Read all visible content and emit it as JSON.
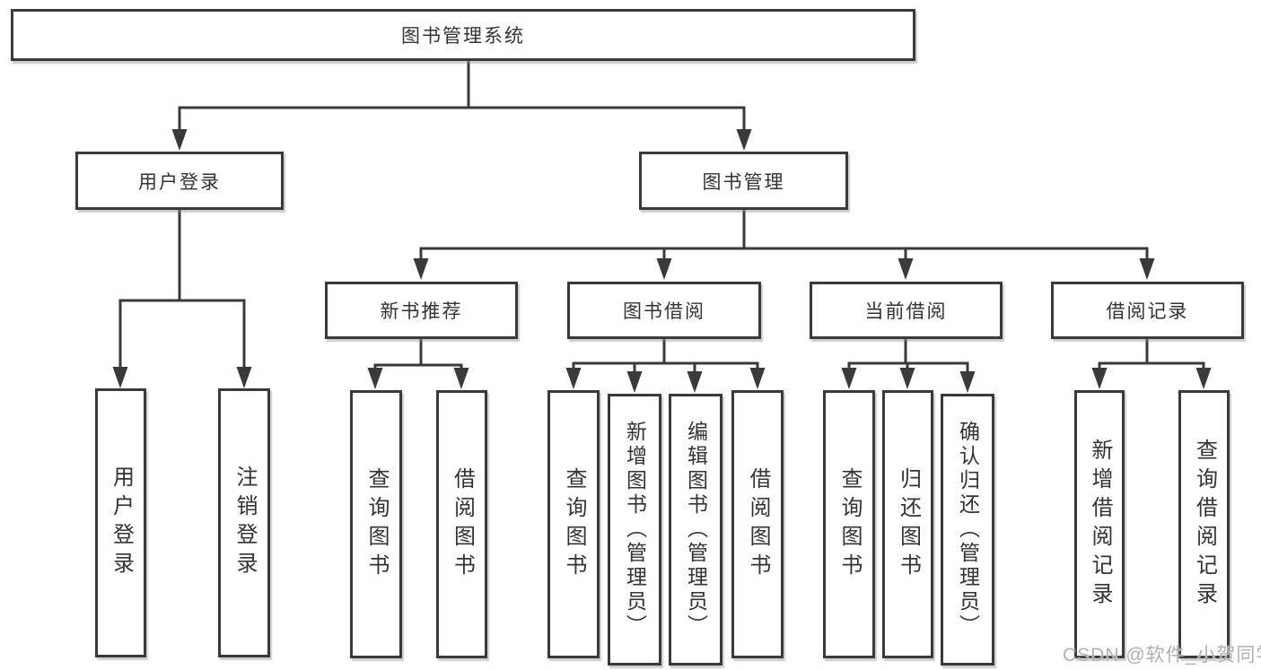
{
  "tree": {
    "root": "图书管理系统",
    "children": [
      {
        "label": "用户登录",
        "children": [
          {
            "label": "用户登录"
          },
          {
            "label": "注销登录"
          }
        ]
      },
      {
        "label": "图书管理",
        "children": [
          {
            "label": "新书推荐",
            "children": [
              {
                "label": "查询图书"
              },
              {
                "label": "借阅图书"
              }
            ]
          },
          {
            "label": "图书借阅",
            "children": [
              {
                "label": "查询图书"
              },
              {
                "label": "新增图书（管理员）"
              },
              {
                "label": "编辑图书（管理员）"
              },
              {
                "label": "借阅图书"
              }
            ]
          },
          {
            "label": "当前借阅",
            "children": [
              {
                "label": "查询图书"
              },
              {
                "label": "归还图书"
              },
              {
                "label": "确认归还（管理员）"
              }
            ]
          },
          {
            "label": "借阅记录",
            "children": [
              {
                "label": "新增借阅记录"
              },
              {
                "label": "查询借阅记录"
              }
            ]
          }
        ]
      }
    ]
  },
  "watermark": {
    "text": "CSDN @软件_小贺同学"
  },
  "colors": {
    "line": "#3a3a3a",
    "box_border": "#3a3a3a",
    "text": "#333333",
    "background": "#ffffff",
    "watermark": "#b0b0b0"
  }
}
